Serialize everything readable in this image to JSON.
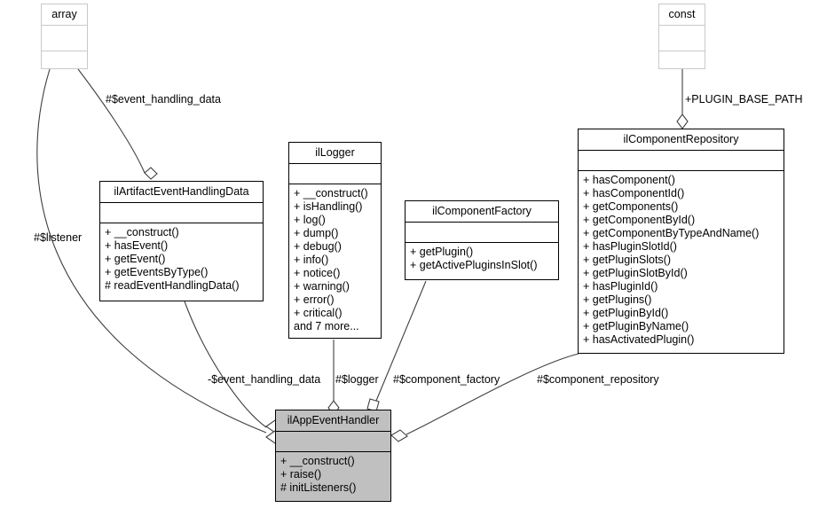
{
  "diagram": {
    "kind": "uml-class-diagram",
    "title": "ilAppEventHandler collaboration diagram",
    "colors": {
      "line": "#3f3f3f",
      "box_border": "#000000",
      "dim_border": "#c9c9c9",
      "highlight_fill": "#c0c0c0",
      "background": "#ffffff"
    }
  },
  "classes": {
    "array": {
      "name": "array",
      "attributes": [],
      "operations": []
    },
    "const": {
      "name": "const",
      "attributes": [],
      "operations": []
    },
    "artifact": {
      "name": "ilArtifactEventHandlingData",
      "attributes": [],
      "operations": [
        "+ __construct()",
        "+ hasEvent()",
        "+ getEvent()",
        "+ getEventsByType()",
        "# readEventHandlingData()"
      ]
    },
    "logger": {
      "name": "ilLogger",
      "attributes": [],
      "operations": [
        "+ __construct()",
        "+ isHandling()",
        "+ log()",
        "+ dump()",
        "+ debug()",
        "+ info()",
        "+ notice()",
        "+ warning()",
        "+ error()",
        "+ critical()",
        "and 7 more..."
      ]
    },
    "componentFactory": {
      "name": "ilComponentFactory",
      "attributes": [],
      "operations": [
        "+ getPlugin()",
        "+ getActivePluginsInSlot()"
      ]
    },
    "componentRepository": {
      "name": "ilComponentRepository",
      "attributes": [],
      "operations": [
        "+ hasComponent()",
        "+ hasComponentId()",
        "+ getComponents()",
        "+ getComponentById()",
        "+ getComponentByTypeAndName()",
        "+ hasPluginSlotId()",
        "+ getPluginSlots()",
        "+ getPluginSlotById()",
        "+ hasPluginId()",
        "+ getPlugins()",
        "+ getPluginById()",
        "+ getPluginByName()",
        "+ hasActivatedPlugin()"
      ]
    },
    "appEventHandler": {
      "name": "ilAppEventHandler",
      "attributes": [],
      "operations": [
        "+ __construct()",
        "+ raise()",
        "# initListeners()"
      ]
    }
  },
  "edge_labels": {
    "event_handling_data_top": "#$event_handling_data",
    "listener": "#$listener",
    "plugin_base_path": "+PLUGIN_BASE_PATH",
    "event_handling_data_bottom": "-$event_handling_data",
    "logger": "#$logger",
    "component_factory": "#$component_factory",
    "component_repository": "#$component_repository"
  }
}
